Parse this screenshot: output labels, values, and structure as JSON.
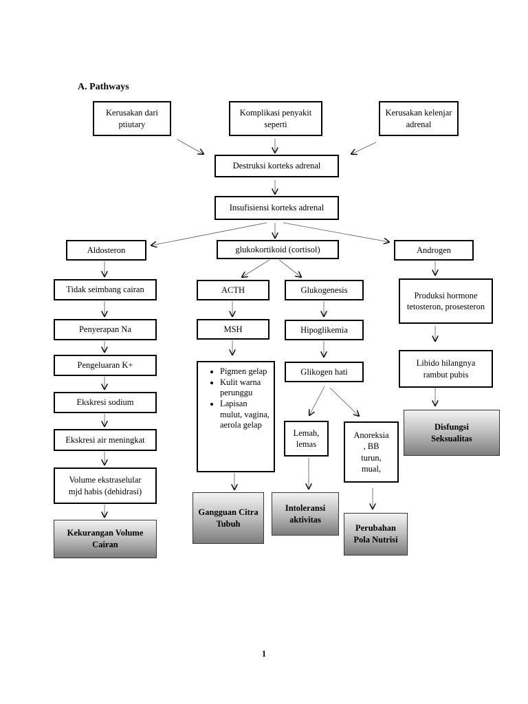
{
  "heading": "A.  Pathways",
  "causes": {
    "pituitary": "Kerusakan dari ptiutary",
    "komplikasi": "Komplikasi penyakit seperti",
    "adrenal": "Kerusakan kelenjar adrenal"
  },
  "main": {
    "destruksi": "Destruksi korteks adrenal",
    "insufisiensi": "Insufisiensi korteks adrenal"
  },
  "branches": {
    "aldosteron": "Aldosteron",
    "glukokortikoid": "glukokortikoid (cortisol)",
    "androgen": "Androgen"
  },
  "left_chain": {
    "tidak_seimbang": "Tidak seimbang cairan",
    "penyerapan": "Penyerapan Na",
    "pengeluaran": "Pengeluaran K+",
    "ekskresi_sodium": "Ekskresi sodium",
    "ekskresi_air": "Ekskresi air meningkat",
    "volume": "Volume ekstraselular mjd habis (dehidrasi)",
    "outcome": "Kekurangan Volume Cairan"
  },
  "middle_chain": {
    "acth": "ACTH",
    "msh": "MSH",
    "signs": [
      "Pigmen gelap",
      "Kulit warna perunggu",
      "Lapisan mulut, vagina, aerola gelap"
    ],
    "outcome": "Gangguan Citra Tubuh",
    "glukogenesis": "Glukogenesis",
    "hipoglikemia": "Hipoglikemia",
    "glikogen": "Glikogen hati",
    "lemah": "Lemah, lemas",
    "anoreksia": "Anoreksia , BB turun, mual,",
    "intoleransi": "Intoleransi aktivitas",
    "perubahan": "Perubahan Pola Nutrisi"
  },
  "right_chain": {
    "produksi": "Produksi hormone tetosteron, prosesteron",
    "libido": "Libido hilangnya rambut pubis",
    "outcome": "Disfungsi Seksualitas"
  },
  "page_number": "1"
}
